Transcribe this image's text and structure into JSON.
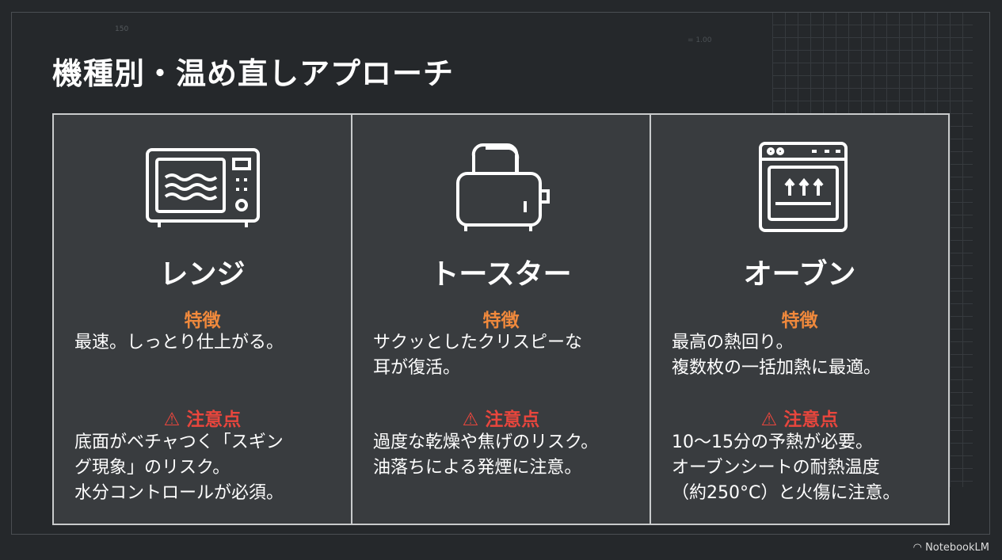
{
  "title": "機種別・温め直しアプローチ",
  "decor": {
    "dimension": "150",
    "scale": "= 1.00"
  },
  "columns": [
    {
      "name": "レンジ",
      "icon": "microwave-icon",
      "feature_label": "特徴",
      "feature": "最速。しっとり仕上がる。",
      "warning_label": "⚠ 注意点",
      "warning": "底面がベチャつく「スギン\nグ現象」のリスク。\n水分コントロールが必須。"
    },
    {
      "name": "トースター",
      "icon": "toaster-icon",
      "feature_label": "特徴",
      "feature": "サクッとしたクリスピーな\n耳が復活。",
      "warning_label": "⚠ 注意点",
      "warning": "過度な乾燥や焦げのリスク。\n油落ちによる発煙に注意。"
    },
    {
      "name": "オーブン",
      "icon": "oven-icon",
      "feature_label": "特徴",
      "feature": "最高の熱回り。\n複数枚の一括加熱に最適。",
      "warning_label": "⚠ 注意点",
      "warning": "10〜15分の予熱が必要。\nオーブンシートの耐熱温度\n（約250°C）と火傷に注意。"
    }
  ],
  "brand": "NotebookLM",
  "colors": {
    "feature": "#f0893c",
    "warning": "#e8463d",
    "background": "#25282b"
  }
}
